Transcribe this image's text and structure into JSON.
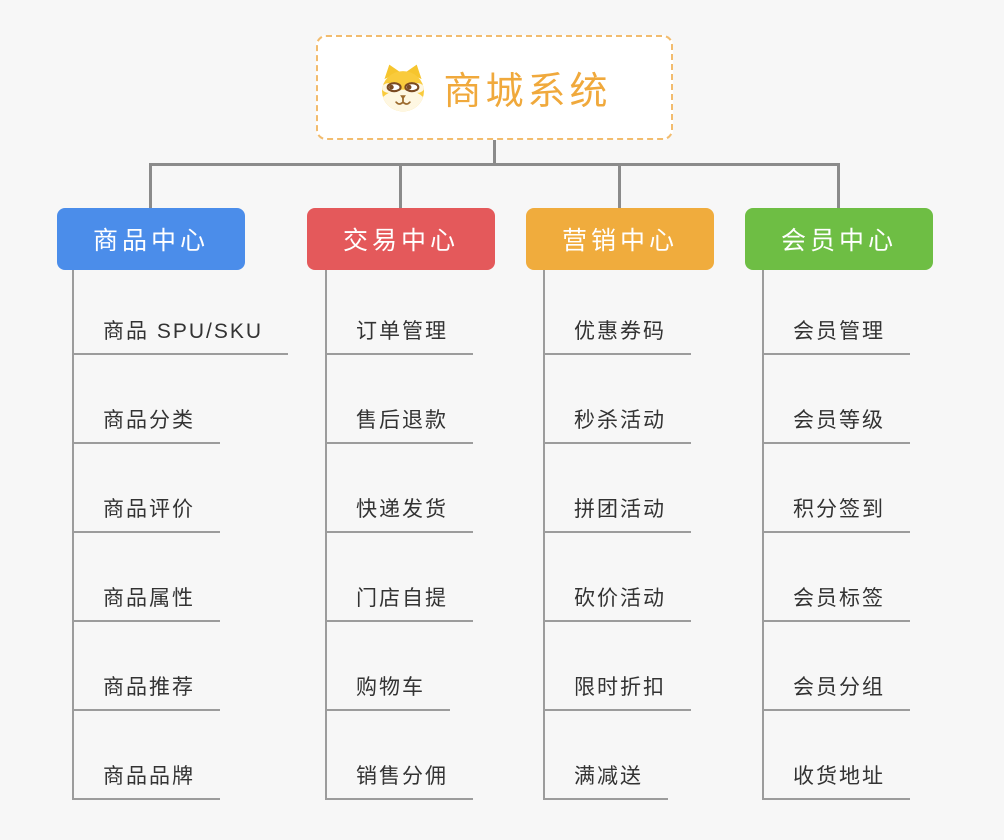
{
  "root": {
    "title": "商城系统",
    "icon": "shiba-dog-icon"
  },
  "branches": [
    {
      "id": "product-center",
      "label": "商品中心",
      "color": "#4B8DEA",
      "children": [
        "商品 SPU/SKU",
        "商品分类",
        "商品评价",
        "商品属性",
        "商品推荐",
        "商品品牌"
      ]
    },
    {
      "id": "trade-center",
      "label": "交易中心",
      "color": "#E4595B",
      "children": [
        "订单管理",
        "售后退款",
        "快递发货",
        "门店自提",
        "购物车",
        "销售分佣"
      ]
    },
    {
      "id": "marketing-center",
      "label": "营销中心",
      "color": "#F0AC3D",
      "children": [
        "优惠券码",
        "秒杀活动",
        "拼团活动",
        "砍价活动",
        "限时折扣",
        "满减送"
      ]
    },
    {
      "id": "member-center",
      "label": "会员中心",
      "color": "#6EBE44",
      "children": [
        "会员管理",
        "会员等级",
        "积分签到",
        "会员标签",
        "会员分组",
        "收货地址"
      ]
    }
  ],
  "style": {
    "background": "#F7F7F7",
    "connector_color": "#8B8B8B",
    "leaf_line_color": "#9C9C9C",
    "root_title_color": "#F0A93C",
    "root_border_color": "#F2BC6E",
    "leaf_text_color": "#333333"
  }
}
